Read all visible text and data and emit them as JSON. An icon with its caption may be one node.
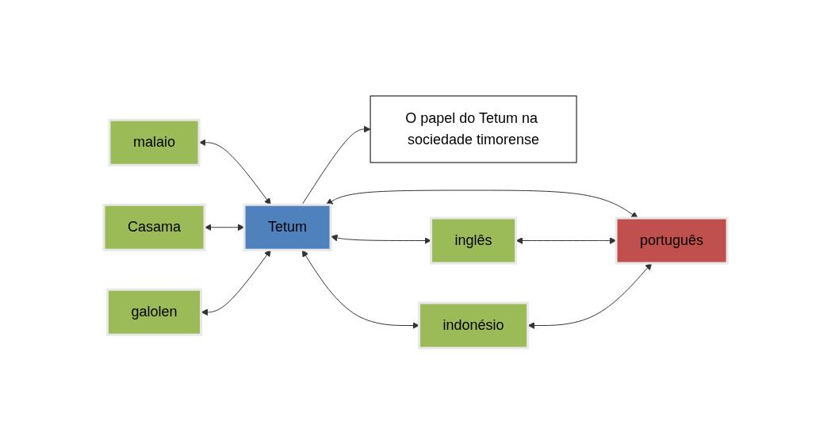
{
  "diagram": {
    "nodes": [
      {
        "text": [
          "O papel do Tetum na sociedade timorense"
        ]
      },
      {
        "text": [
          "malaio"
        ]
      },
      {
        "text": [
          "inglês"
        ]
      },
      {
        "text": [
          "Casama"
        ]
      },
      {
        "text": [
          "Tetum"
        ]
      },
      {
        "text": [
          "português"
        ]
      },
      {
        "text": [
          "indonésio"
        ]
      },
      {
        "text": [
          "galolen"
        ]
      }
    ],
    "edges": [
      {
        "from": 4,
        "to": 0,
        "arrow": "to"
      },
      {
        "from": 1,
        "to": 4,
        "arrow": "both"
      },
      {
        "from": 3,
        "to": 4,
        "arrow": "both"
      },
      {
        "from": 7,
        "to": 4,
        "arrow": "both"
      },
      {
        "from": 4,
        "to": 2,
        "arrow": "both"
      },
      {
        "from": 4,
        "to": 5,
        "arrow": "both"
      },
      {
        "from": 4,
        "to": 6,
        "arrow": "both"
      },
      {
        "from": 2,
        "to": 5,
        "arrow": "both"
      },
      {
        "from": 6,
        "to": 5,
        "arrow": "both"
      }
    ]
  }
}
